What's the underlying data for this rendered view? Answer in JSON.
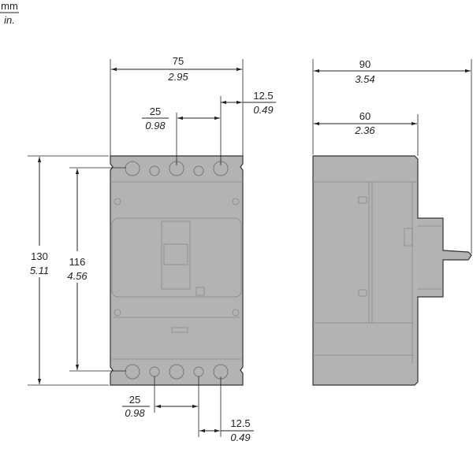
{
  "units": {
    "primary": "mm",
    "secondary": "in."
  },
  "front_view": {
    "width": {
      "mm": "75",
      "in": "2.95"
    },
    "pole_pitch_top": {
      "mm": "25",
      "in": "0.98"
    },
    "offset_top": {
      "mm": "12.5",
      "in": "0.49"
    },
    "height": {
      "mm": "130",
      "in": "5.11"
    },
    "terminal_spacing": {
      "mm": "116",
      "in": "4.56"
    },
    "pole_pitch_bottom": {
      "mm": "25",
      "in": "0.98"
    },
    "offset_bottom": {
      "mm": "12.5",
      "in": "0.49"
    }
  },
  "side_view": {
    "total_depth": {
      "mm": "90",
      "in": "3.54"
    },
    "body_depth": {
      "mm": "60",
      "in": "2.36"
    }
  },
  "colors": {
    "body": "#b3b3b3",
    "outline": "#333333"
  }
}
